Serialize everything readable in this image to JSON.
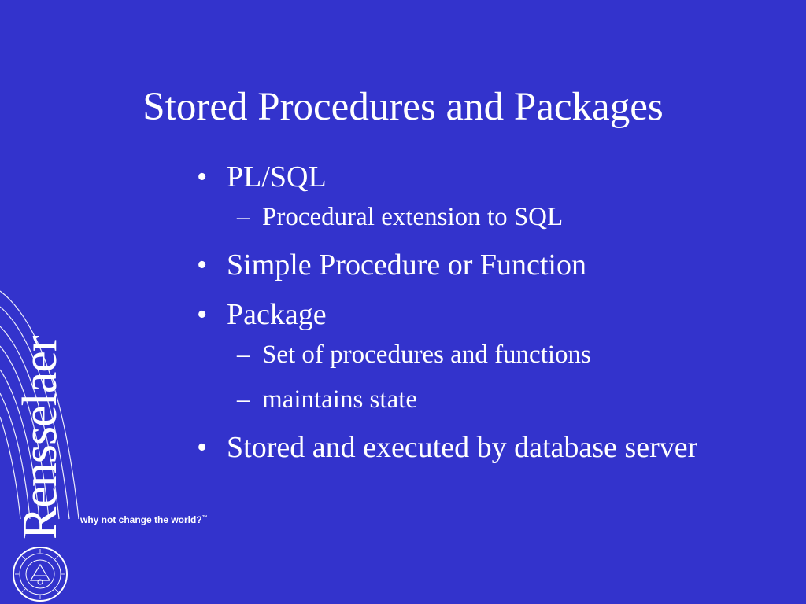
{
  "slide": {
    "title": "Stored Procedures and Packages",
    "bullet_marker": "•",
    "sub_marker": "–",
    "bullets": [
      {
        "text": "PL/SQL",
        "subs": [
          "Procedural extension to SQL"
        ]
      },
      {
        "text": "Simple Procedure or Function",
        "subs": []
      },
      {
        "text": "Package",
        "subs": [
          "Set of procedures and functions",
          "maintains state"
        ]
      },
      {
        "text": "Stored and executed by database server",
        "subs": []
      }
    ]
  },
  "branding": {
    "wordmark": "Rensselaer",
    "tagline": "why not change the world?",
    "tagline_mark": "™",
    "seal_icon": "rensselaer-seal-icon",
    "lines_icon": "decorative-curves-icon"
  },
  "colors": {
    "background": "#3333cc",
    "text": "#ffffff"
  }
}
